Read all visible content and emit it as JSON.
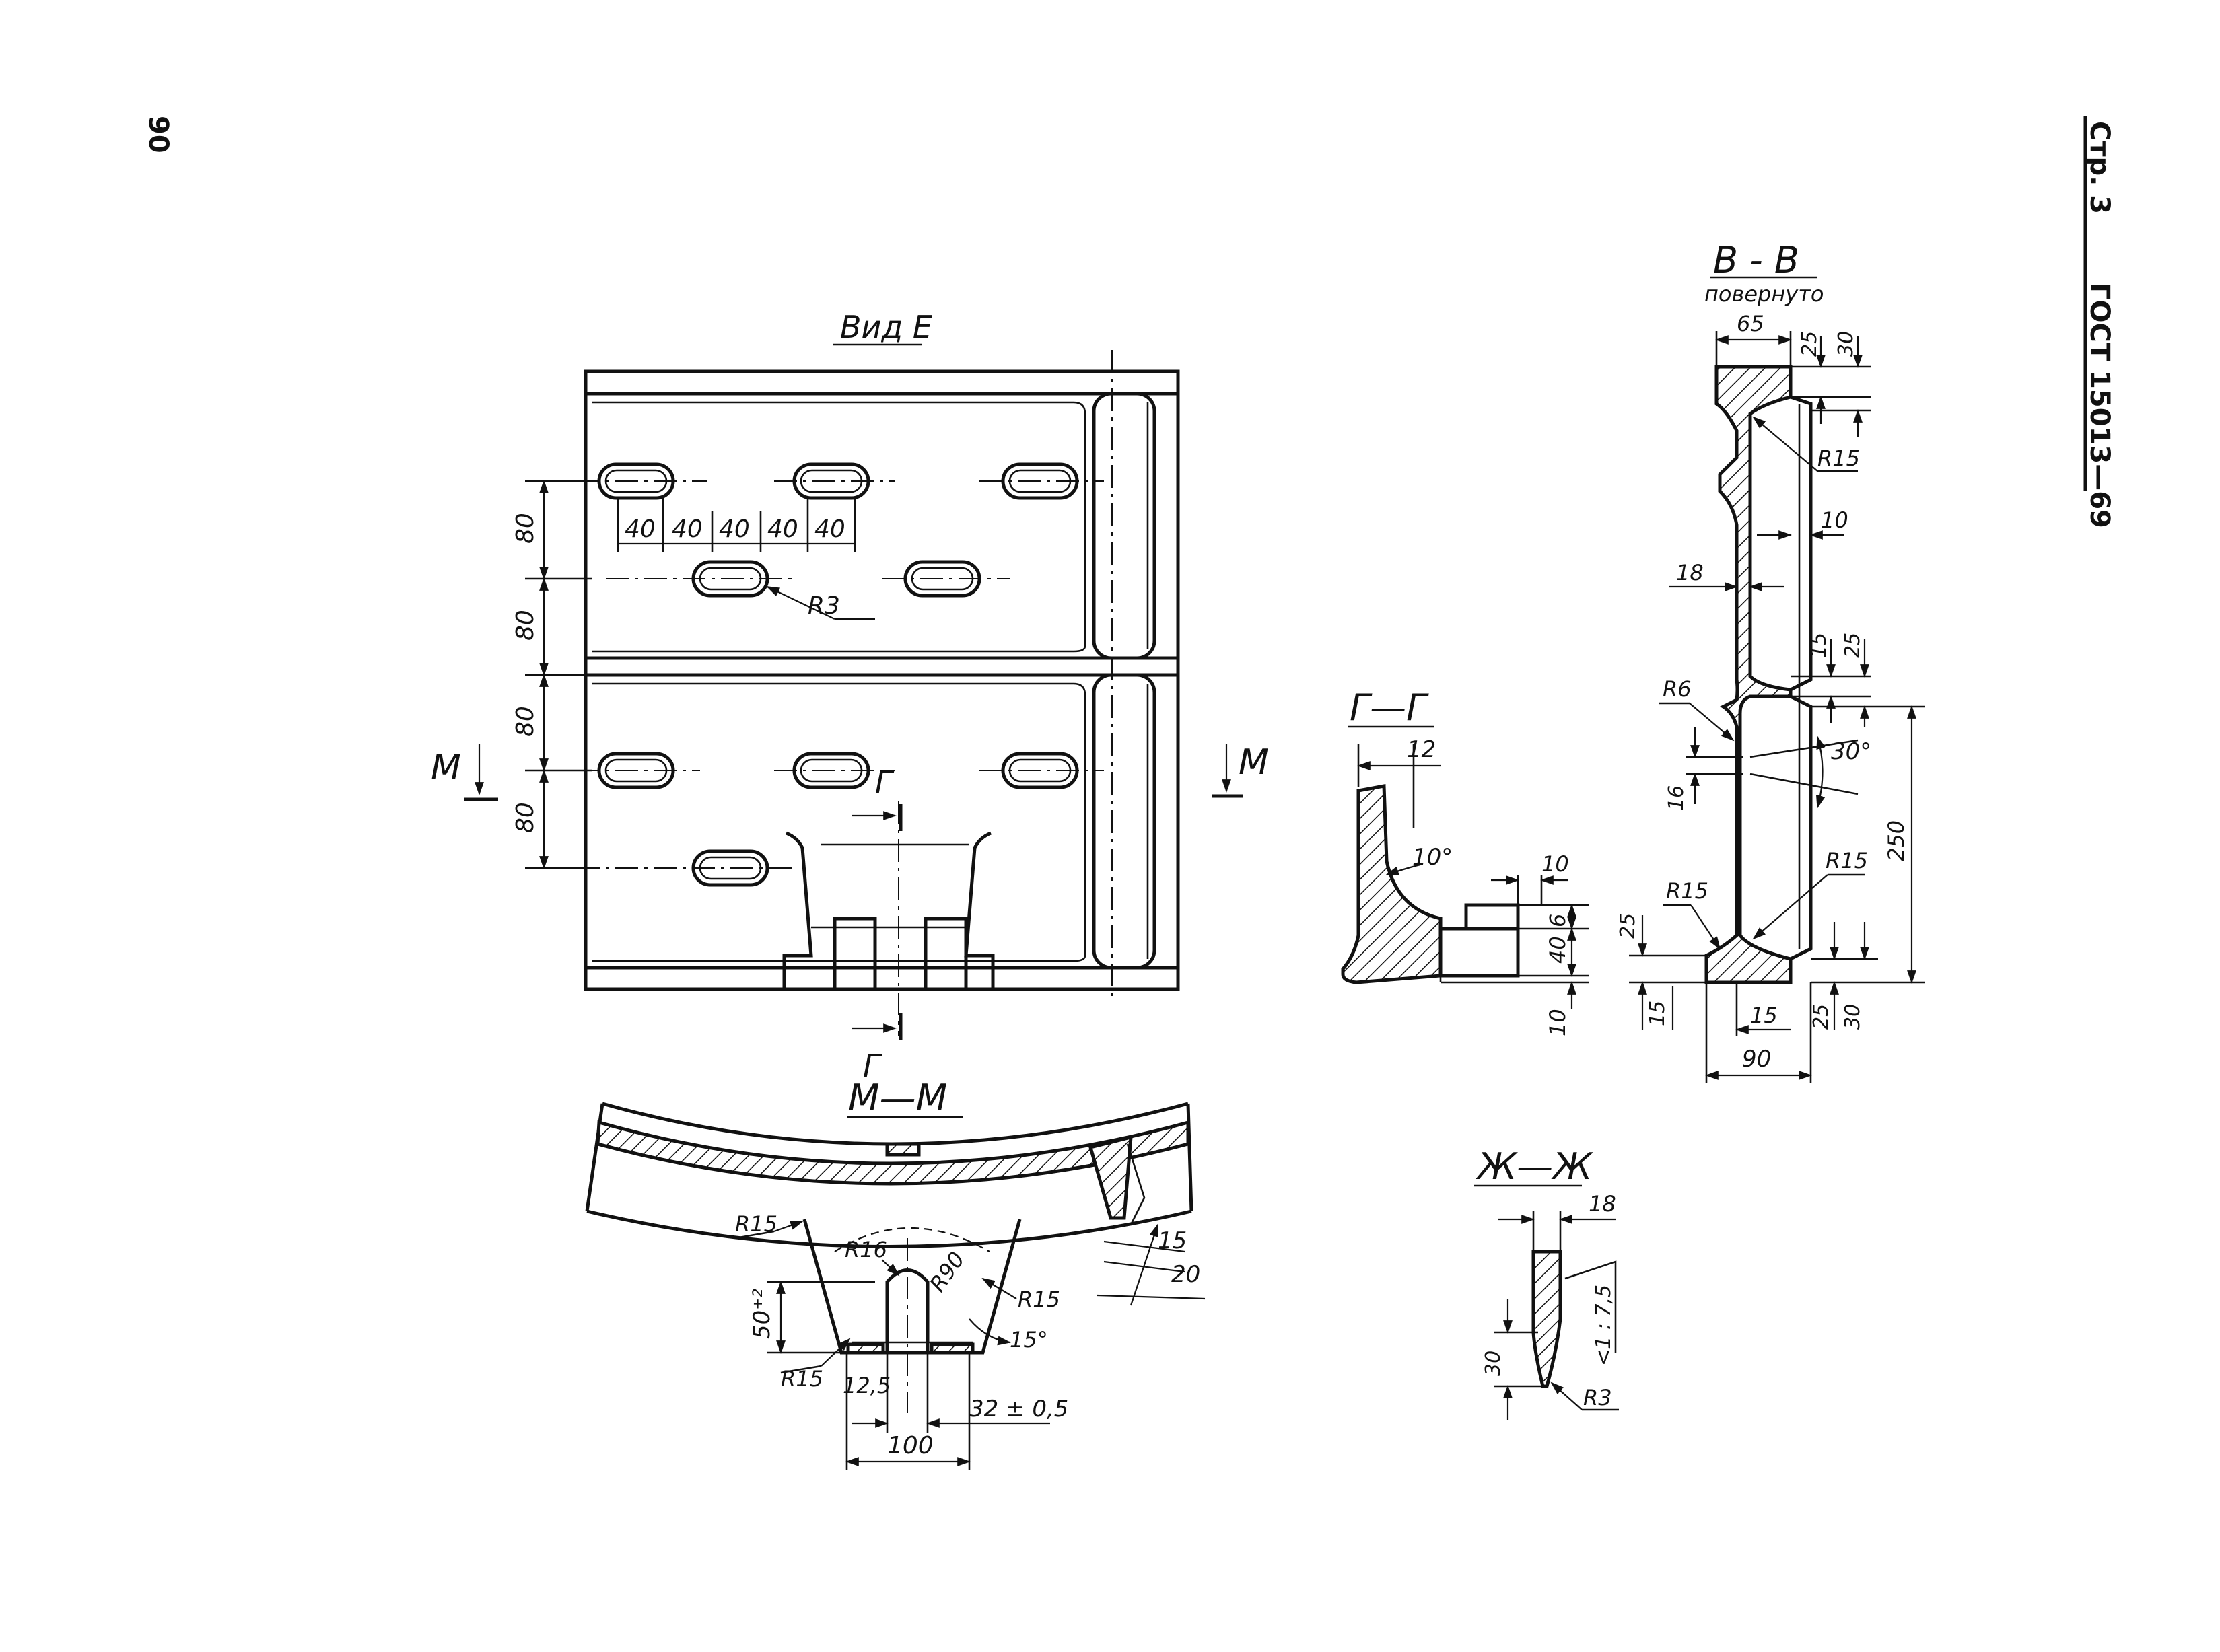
{
  "page_number": "90",
  "header": {
    "page": "Стр. 3",
    "standard": "ГОСТ 15013—69"
  },
  "views": {
    "view_e": "Вид Е",
    "section_mm": "М—М",
    "section_gg": "Г—Г",
    "section_vv": "В - В",
    "section_vv_note": "повернуто",
    "section_zhzh": "Ж—Ж"
  },
  "markers": {
    "m": "М",
    "g": "Г"
  },
  "dims": {
    "view_e": {
      "h1": "80",
      "h2": "80",
      "h3": "80",
      "h4": "80",
      "s1": "40",
      "s2": "40",
      "s3": "40",
      "s4": "40",
      "s5": "40",
      "radius": "R3"
    },
    "mm": {
      "r15_left": "R15",
      "r16": "R16",
      "r90": "R90",
      "r15_right": "R15",
      "r15_bottom": "R15",
      "ang": "15°",
      "h": "50⁺²",
      "d125": "12,5",
      "d32": "32 ± 0,5",
      "d100": "100",
      "d15": "15",
      "d20": "20"
    },
    "gg": {
      "d12": "12",
      "ang": "10°",
      "d10_top": "10",
      "d6": "6",
      "d40": "40",
      "d10_bot": "10"
    },
    "vv": {
      "d65": "65",
      "d25_top": "25",
      "d30_top": "30",
      "r15_top": "R15",
      "d10": "10",
      "d18": "18",
      "d15": "15",
      "d25_mid": "25",
      "r6": "R6",
      "ang": "30°",
      "d16": "16",
      "d250": "250",
      "r15_right": "R15",
      "r15_left": "R15",
      "d25_left": "25",
      "d15_left": "15",
      "d15_bot": "15",
      "d25_bot": "25",
      "d30_bot": "30",
      "d90": "90"
    },
    "zhzh": {
      "d18": "18",
      "d30": "30",
      "ang": "<1 : 7,5",
      "radius": "R3"
    }
  }
}
